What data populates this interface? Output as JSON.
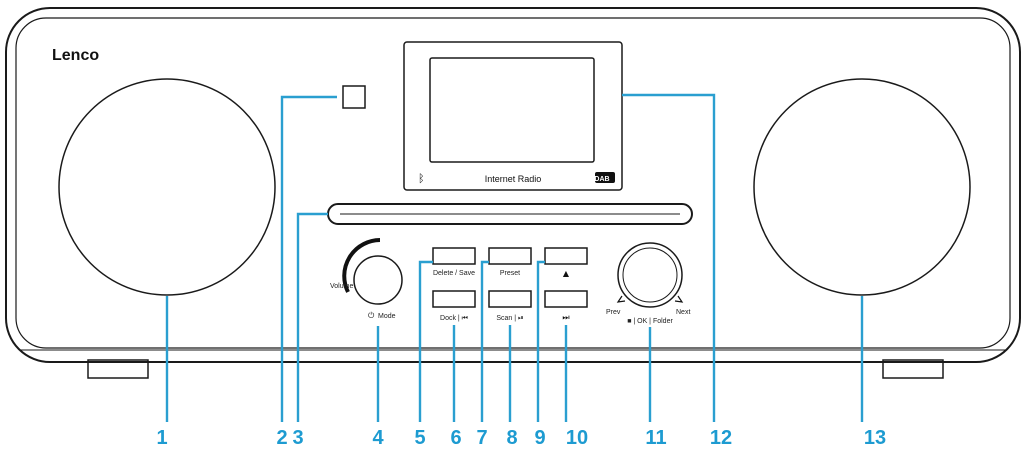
{
  "device": {
    "brand": "Lenco",
    "display_text": "Internet Radio",
    "dab_badge": "DAB",
    "volume_label": "Volume",
    "mode_label": "Mode",
    "preset_label": "Preset",
    "button_top_left_label": "Delete / Save",
    "button_bottom_left_label": "Dock | ⏮",
    "button_bottom_mid_label": "Scan | ⏯",
    "button_bottom_right_label": "⏭",
    "eject_symbol": "▲",
    "prev_label": "Prev",
    "next_label": "Next",
    "stop_label": "■ | OK | Folder"
  },
  "callouts": [
    "1",
    "2",
    "3",
    "4",
    "5",
    "6",
    "7",
    "8",
    "9",
    "10",
    "11",
    "12",
    "13"
  ],
  "colors": {
    "accent": "#1d9bd1",
    "outline": "#1a1a1a"
  }
}
